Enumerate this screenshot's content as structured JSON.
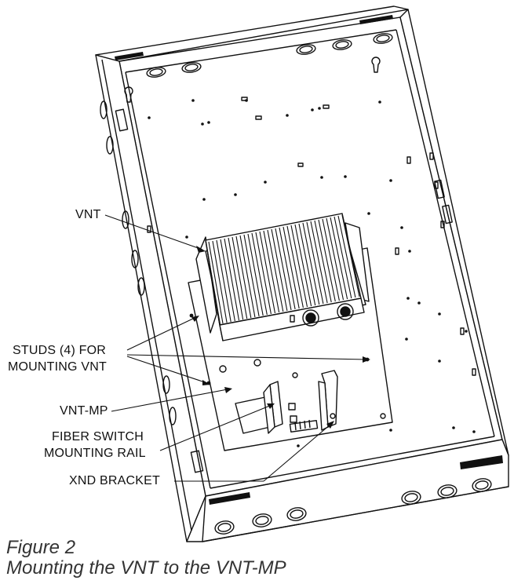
{
  "callouts": {
    "vnt": "VNT",
    "studs_line1": "STUDS (4) FOR",
    "studs_line2": "MOUNTING VNT",
    "vnt_mp": "VNT-MP",
    "fiber_line1": "FIBER SWITCH",
    "fiber_line2": "MOUNTING RAIL",
    "xnd": "XND BRACKET"
  },
  "caption": {
    "figure": "Figure 2",
    "title": "Mounting the VNT to the VNT-MP"
  },
  "colors": {
    "line": "#111111",
    "fill": "#ffffff",
    "knockout_rim": "#222222",
    "vent": "#111111",
    "caption": "#333333"
  }
}
